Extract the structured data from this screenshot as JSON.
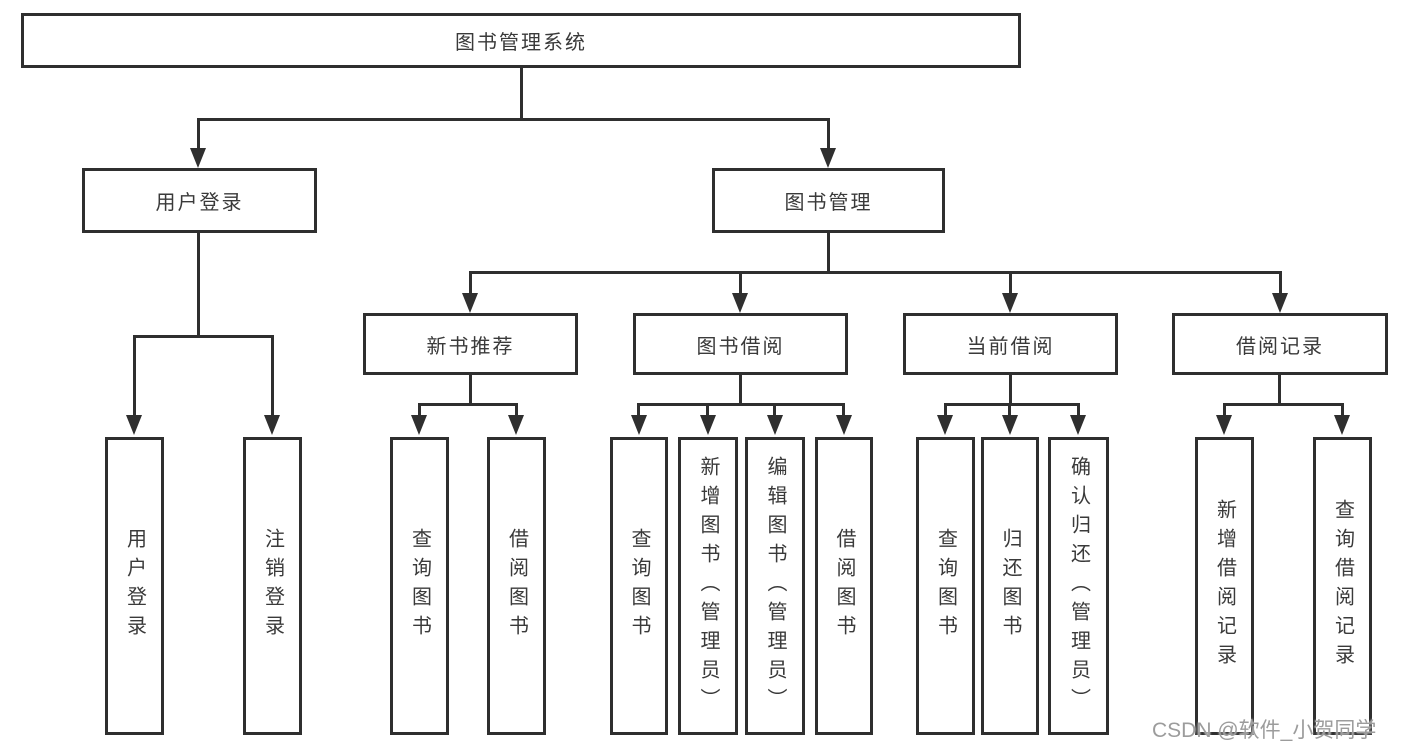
{
  "tree": {
    "root": {
      "label": "图书管理系统",
      "children": [
        {
          "label": "用户登录",
          "children": [
            {
              "label": "用户登录"
            },
            {
              "label": "注销登录"
            }
          ]
        },
        {
          "label": "图书管理",
          "children": [
            {
              "label": "新书推荐",
              "children": [
                {
                  "label": "查询图书"
                },
                {
                  "label": "借阅图书"
                }
              ]
            },
            {
              "label": "图书借阅",
              "children": [
                {
                  "label": "查询图书"
                },
                {
                  "label": "新增图书（管理员）"
                },
                {
                  "label": "编辑图书（管理员）"
                },
                {
                  "label": "借阅图书"
                }
              ]
            },
            {
              "label": "当前借阅",
              "children": [
                {
                  "label": "查询图书"
                },
                {
                  "label": "归还图书"
                },
                {
                  "label": "确认归还（管理员）"
                }
              ]
            },
            {
              "label": "借阅记录",
              "children": [
                {
                  "label": "新增借阅记录"
                },
                {
                  "label": "查询借阅记录"
                }
              ]
            }
          ]
        }
      ]
    }
  },
  "watermark": {
    "text": "CSDN @软件_小贺同学"
  },
  "colors": {
    "line": "#2f2f2f",
    "text": "#3a3a3a",
    "background": "#ffffff",
    "watermark": "#9c9c9c"
  }
}
